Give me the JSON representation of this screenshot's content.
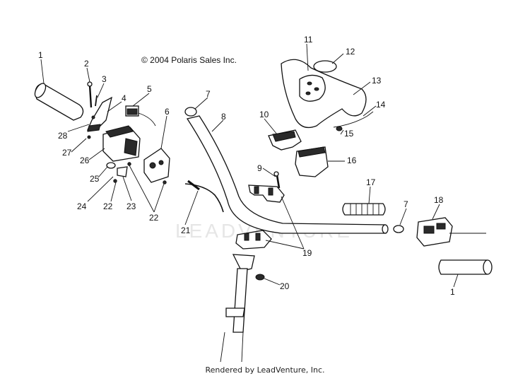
{
  "copyright": "© 2004 Polaris Sales Inc.",
  "footer": "Rendered by LeadVenture, Inc.",
  "watermark": "LEADVENTURE",
  "callouts": [
    "1",
    "2",
    "3",
    "4",
    "5",
    "6",
    "7",
    "8",
    "10",
    "11",
    "12",
    "13",
    "14",
    "15",
    "16",
    "9",
    "17",
    "7",
    "18",
    "1",
    "19",
    "20",
    "21",
    "22",
    "23",
    "22",
    "24",
    "25",
    "26",
    "27",
    "28"
  ]
}
